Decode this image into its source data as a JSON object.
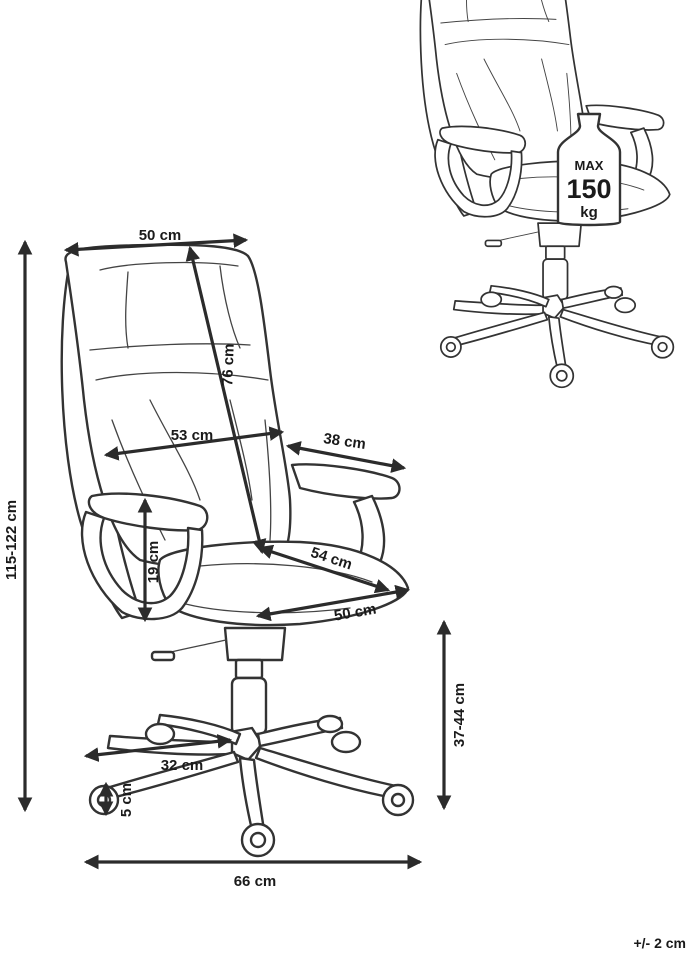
{
  "colors": {
    "line": "#2b2b2b",
    "drawing": "#333333",
    "background": "#ffffff"
  },
  "dimensions": {
    "backrest_width": "50 cm",
    "backrest_height": "76 cm",
    "back_width": "53 cm",
    "armrest_length": "38 cm",
    "armrest_height": "19 cm",
    "seat_depth": "54 cm",
    "seat_width": "50 cm",
    "total_height": "115-122 cm",
    "seat_height": "37-44 cm",
    "leg_length": "32 cm",
    "wheel_size": "5 cm",
    "base_width": "66 cm"
  },
  "max_load": {
    "prefix": "MAX",
    "value": "150",
    "unit": "kg",
    "icon": "weight-icon"
  },
  "tolerance": "+/- 2 cm"
}
